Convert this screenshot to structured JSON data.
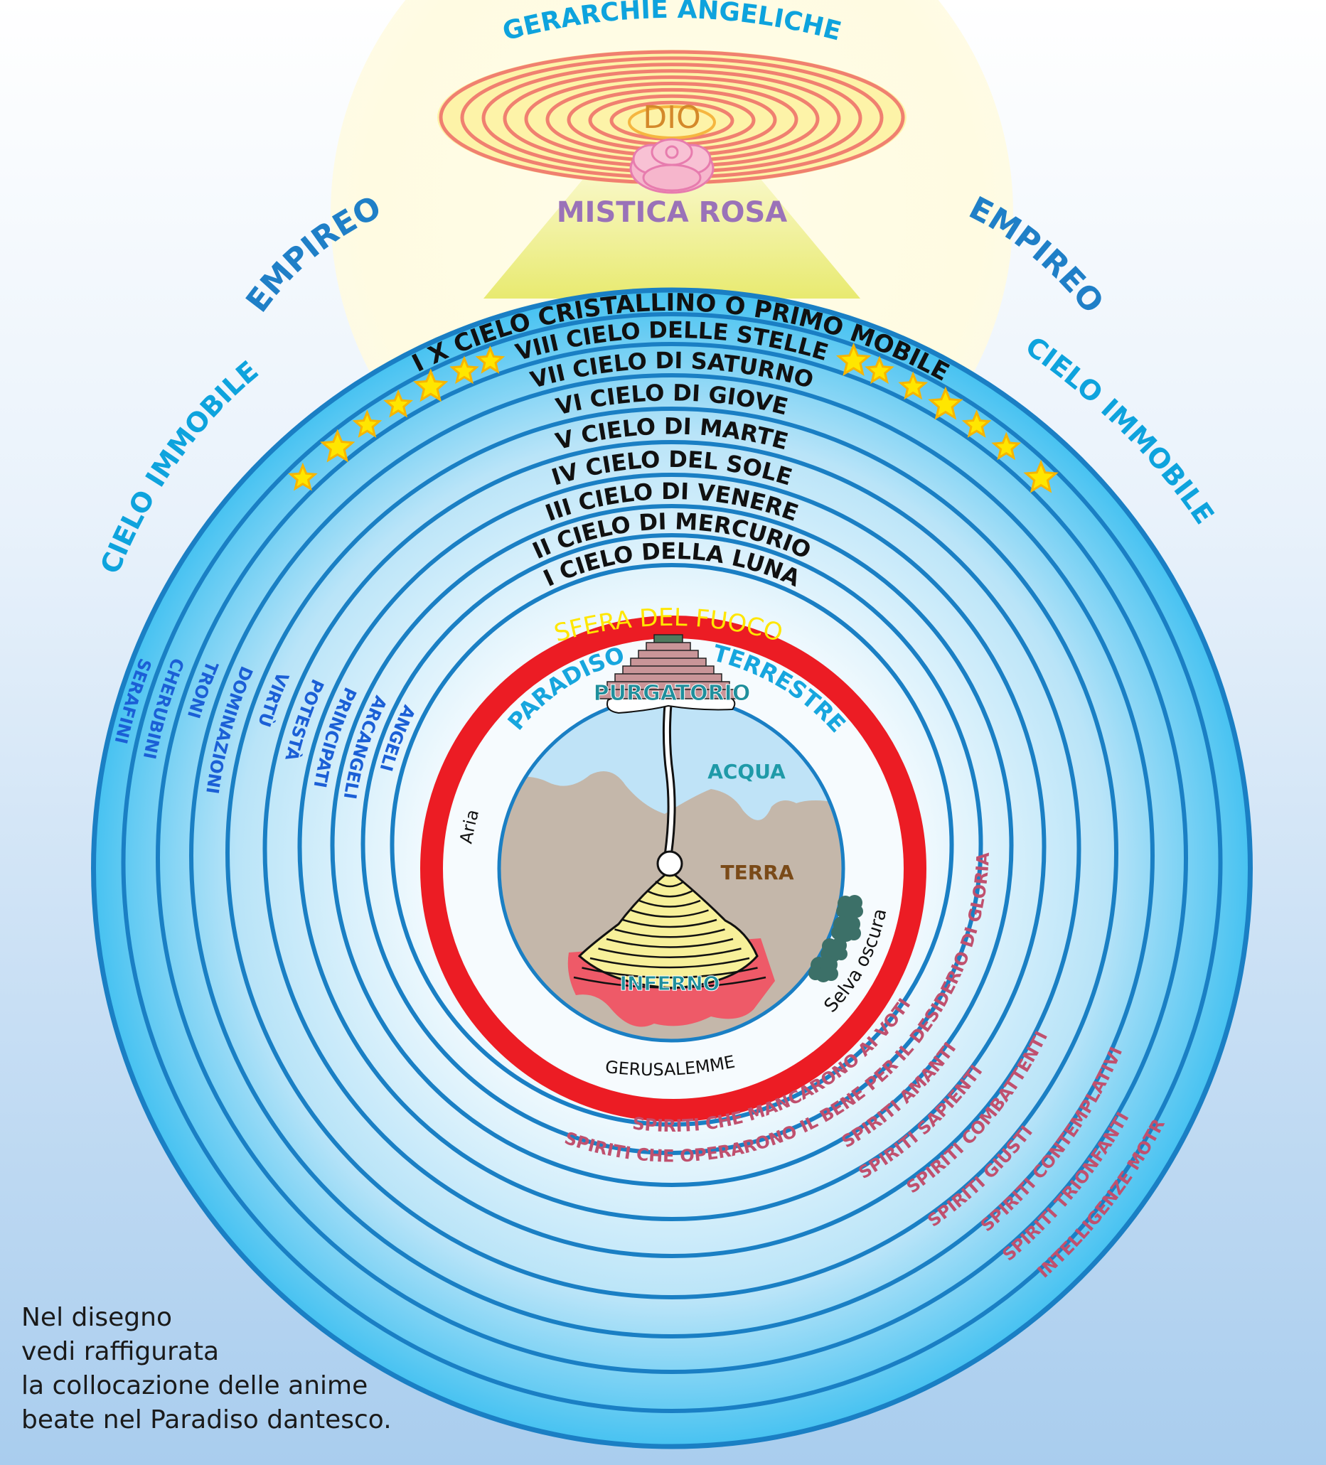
{
  "colors": {
    "bg_top": "#fbfdff",
    "bg_bottom": "#a9cdee",
    "ring_line": "#1a7fc4",
    "ring_outer_fill": "#4fc3f0",
    "ring_inner_fill": "#e8f6fd",
    "red_ring": "#ec1c24",
    "star": "#ffe600",
    "star_edge": "#f7b500",
    "empireo_text": "#1f7fc7",
    "immobile_text": "#0ea3dd",
    "gerarchie_text": "#0ea3dd",
    "angel_text": "#1b5fd6",
    "spirit_text": "#c0506e",
    "cielo_text": "#111111",
    "dio_text": "#d4892a",
    "rosa_text": "#9a72b8",
    "fuoco_text": "#ffe600",
    "paradiso_text": "#17a6de",
    "purgatorio_text": "#1f8f9c",
    "acqua_text": "#1f9aa8",
    "terra_text": "#7a4a18",
    "inferno_text": "#1f8f9c",
    "earth_water": "#bfe3f7",
    "earth_land": "#c4b7aa",
    "inferno_fill": "#ee5a68",
    "cone_fill": "#f7f09a",
    "tree": "#3c7068",
    "ellipse_line": "#f08070",
    "ellipse_fill": "#fdf3a8"
  },
  "top": {
    "gerarchie": "GERARCHIE ANGELICHE",
    "dio": "DIO",
    "mistica_rosa": "MISTICA ROSA",
    "empireo_left": "EMPIREO",
    "empireo_right": "EMPIREO",
    "immobile_left": "CIELO IMMOBILE",
    "immobile_right": "CIELO IMMOBILE"
  },
  "cieli": [
    "I X  CIELO CRISTALLINO O PRIMO MOBILE",
    "VIII  CIELO DELLE STELLE",
    "VII  CIELO DI SATURNO",
    "VI  CIELO DI GIOVE",
    "V  CIELO DI MARTE",
    "IV  CIELO DEL SOLE",
    "III  CIELO DI VENERE",
    "II  CIELO DI MERCURIO",
    "I  CIELO DELLA LUNA"
  ],
  "earth": {
    "sfera_fuoco": "SFERA DEL FUOCO",
    "paradiso_terrestre": "PARADISO TERRESTRE",
    "purgatorio": "PURGATORIO",
    "acqua": "ACQUA",
    "terra": "TERRA",
    "inferno": "INFERNO",
    "aria": "Aria",
    "selva_oscura": "Selva oscura",
    "gerusalemme": "GERUSALEMME"
  },
  "gerarchie_angeliche": [
    "ANGELI",
    "ARCANGELI",
    "PRINCIPATI",
    "POTESTÀ",
    "VIRTÙ",
    "DOMINAZIONI",
    "TRONI",
    "CHERUBINI",
    "SERAFINI"
  ],
  "spiriti": [
    "SPIRITI CHE MANCARONO AI VOTI",
    "SPIRITI CHE OPERARONO IL BENE  PER IL DESIDERIO DI GLORIA",
    "SPIRITI AMANTI",
    "SPIRITI SAPIENTI",
    "SPIRITI COMBATTENTI",
    "SPIRITI GIUSTI",
    "SPIRITI CONTEMPLATIVI",
    "SPIRITI TRIONFANTI",
    "INTELLIGENZE MOTRICI"
  ],
  "caption": [
    "Nel disegno",
    "vedi raffigurata",
    "la collocazione delle anime",
    "beate nel Paradiso dantesco."
  ]
}
